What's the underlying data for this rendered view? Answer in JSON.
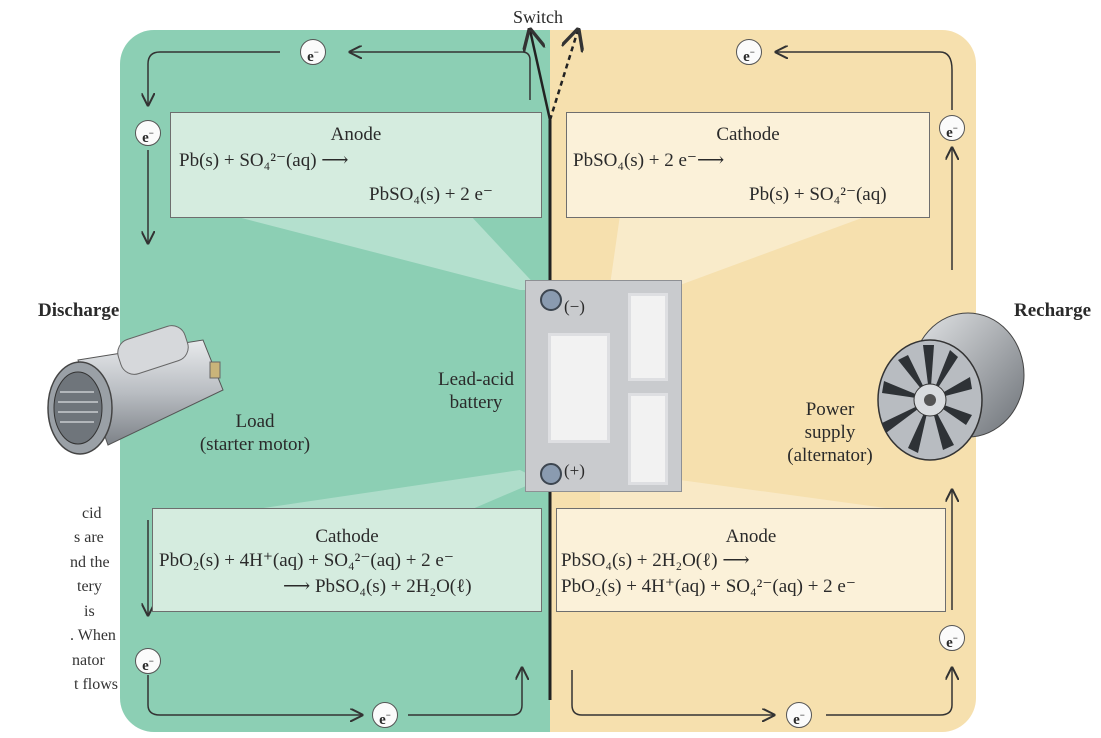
{
  "colors": {
    "discharge_panel": "#8ccfb4",
    "recharge_panel": "#f6e0ae",
    "wire": "#333333"
  },
  "switch": {
    "label": "Switch"
  },
  "discharge": {
    "title": "Discharge"
  },
  "recharge": {
    "title": "Recharge"
  },
  "electron": {
    "symbol": "e",
    "charge": "−"
  },
  "anode_discharge": {
    "title": "Anode",
    "line1": "Pb(s) + SO₄²⁻(aq) ⟶",
    "line2": "PbSO₄(s) + 2 e⁻"
  },
  "cathode_recharge": {
    "title": "Cathode",
    "line1": "PbSO₄(s) + 2 e⁻⟶",
    "line2": "Pb(s) + SO₄²⁻(aq)"
  },
  "cathode_discharge": {
    "title": "Cathode",
    "line1": "PbO₂(s) + 4H⁺(aq) + SO₄²⁻(aq) + 2 e⁻",
    "line2": "⟶ PbSO₄(s) + 2H₂O(ℓ)"
  },
  "anode_recharge": {
    "title": "Anode",
    "line1": "PbSO₄(s) + 2H₂O(ℓ) ⟶",
    "line2": "PbO₂(s) + 4H⁺(aq) + SO₄²⁻(aq) + 2 e⁻"
  },
  "battery": {
    "line1": "Lead-acid",
    "line2": "battery",
    "neg_terminal": "(−)",
    "pos_terminal": "(+)"
  },
  "load": {
    "line1": "Load",
    "line2": "(starter motor)",
    "icon": "motor-icon"
  },
  "power_supply": {
    "line1": "Power",
    "line2": "supply",
    "line3": "(alternator)",
    "icon": "alternator-icon"
  },
  "caption_fragments": [
    "cid",
    "s are",
    "nd the",
    "tery",
    "is",
    ". When",
    "nator",
    "t flows"
  ]
}
